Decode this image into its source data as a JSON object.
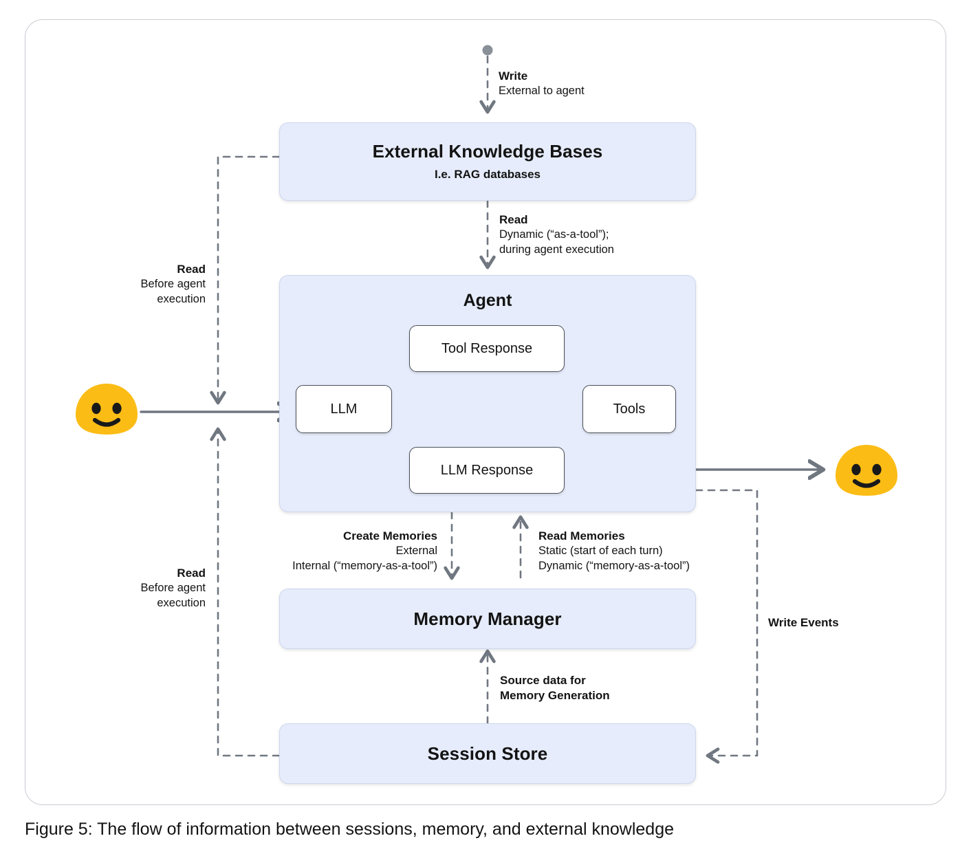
{
  "figure": {
    "caption": "Figure 5: The flow of information between sessions, memory, and external knowledge"
  },
  "colors": {
    "block_fill": "#e6ecfb",
    "block_border": "#cdd7ee",
    "node_border": "#4a4f57",
    "connector": "#707780",
    "emoji_yellow": "#fbbc15",
    "frame_border": "#c9ccd2"
  },
  "blocks": {
    "knowledge_bases": {
      "title": "External Knowledge Bases",
      "subtitle": "I.e. RAG databases"
    },
    "agent": {
      "title": "Agent",
      "nodes": {
        "llm": "LLM",
        "tool_response": "Tool Response",
        "llm_response": "LLM Response",
        "tools": "Tools"
      }
    },
    "memory_manager": {
      "title": "Memory Manager"
    },
    "session_store": {
      "title": "Session Store"
    }
  },
  "edges": {
    "write_external": {
      "bold": "Write",
      "detail": "External to agent"
    },
    "read_kb_dynamic": {
      "bold": "Read",
      "line1": "Dynamic (“as-a-tool”);",
      "line2": "during agent execution"
    },
    "read_before_exec_top": {
      "bold": "Read",
      "line1": "Before agent",
      "line2": "execution"
    },
    "read_before_exec_bottom": {
      "bold": "Read",
      "line1": "Before agent",
      "line2": "execution"
    },
    "create_memories": {
      "bold": "Create Memories",
      "line1": "External",
      "line2": "Internal (“memory-as-a-tool”)"
    },
    "read_memories": {
      "bold": "Read Memories",
      "line1": "Static (start of each turn)",
      "line2": "Dynamic (“memory-as-a-tool”)"
    },
    "source_data": {
      "line1": "Source data for",
      "line2": "Memory Generation"
    },
    "write_events": {
      "bold": "Write Events"
    }
  },
  "actors": {
    "user_in": "user-face-left",
    "user_out": "user-face-right"
  }
}
